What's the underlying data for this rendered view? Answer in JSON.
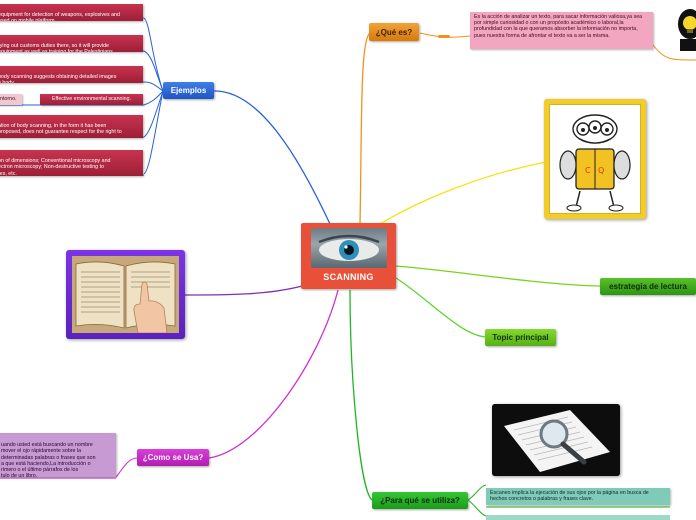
{
  "central": {
    "label": "SCANNING"
  },
  "branches": {
    "que_es": {
      "label": "¿Qué es?",
      "note": "Es la acción de analizar un texto, para sacar información valiosa,ya sea por simple curiosidad o con un propósito académico o laboral,la profundidad con la que queramos absorber la información no importa, pues nuestra forma de afrontar el texto va a ser la misma."
    },
    "ejemplos": {
      "label": "Ejemplos",
      "items": [
        "equipment for detection of weapons, explosives and\nased on mobile platform.",
        "rying out customs duties there, so it will provide\nequipment as well as training for the Palestinians.",
        "body scanning suggests obtaining detailed images\ne body.",
        "ntorno.",
        "Effective environmental scanning.",
        "ation of body scanning, in the form it has been\nproposed, does not guarantee respect for the right to",
        "on of dimensions; Conventional microscopy and\nectron microscopy; Non-destructive testing to\nres, etc."
      ]
    },
    "estrategia": {
      "label": "estrategia de lectura"
    },
    "topic": {
      "label": "Topic principal"
    },
    "como": {
      "label": "¿Como se Usa?",
      "note": "uando usted está buscando un nombre\nmover el ojo rápidamente sobre la\ndeterminadas palabras o frases que son\na que está haciendo,La introducción o\nrimero o el último párrafos de los\ntulo de un libro."
    },
    "para": {
      "label": "¿Para qué se utiliza?",
      "note": "Escaneo implica la ejecución de sus ojos por la página en busca de hechos concretos o palabras y frases clave."
    }
  },
  "icons": [
    "eye-image",
    "lightbulb-head-icon",
    "cartoon-reader-icon",
    "open-book-hand-icon",
    "magnifier-document-icon"
  ],
  "colors": {
    "central": "#e8503a",
    "que_es": "#e8830f",
    "ejemplos": "#2a63d6",
    "estrategia": "#3aa61b",
    "topic": "#6dc31e",
    "como": "#c424c4",
    "para": "#28b428",
    "note_pink": "#f4a7bf",
    "example_red": "#b5283f"
  }
}
